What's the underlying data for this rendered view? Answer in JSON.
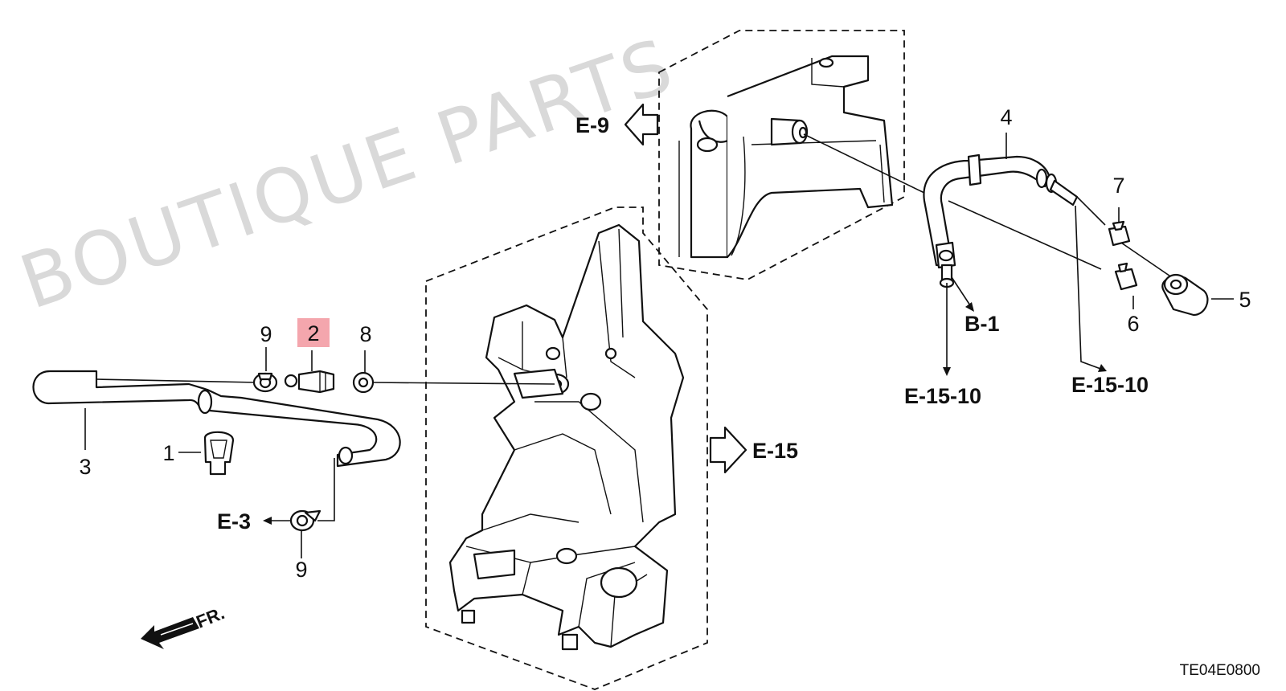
{
  "watermark": "BOUTIQUE PARTS",
  "diagram_code": "TE04E0800",
  "part_numbers": {
    "p1": "1",
    "p2": "2",
    "p3": "3",
    "p4": "4",
    "p5": "5",
    "p6": "6",
    "p7": "7",
    "p8": "8",
    "p9_top": "9",
    "p9_bottom": "9"
  },
  "highlighted_part": "2",
  "highlight_color": "#f4a6ad",
  "references": {
    "e9": "E-9",
    "e15": "E-15",
    "e3": "E-3",
    "b1": "B-1",
    "e15_10_left": "E-15-10",
    "e15_10_right": "E-15-10"
  },
  "front_indicator": "FR."
}
